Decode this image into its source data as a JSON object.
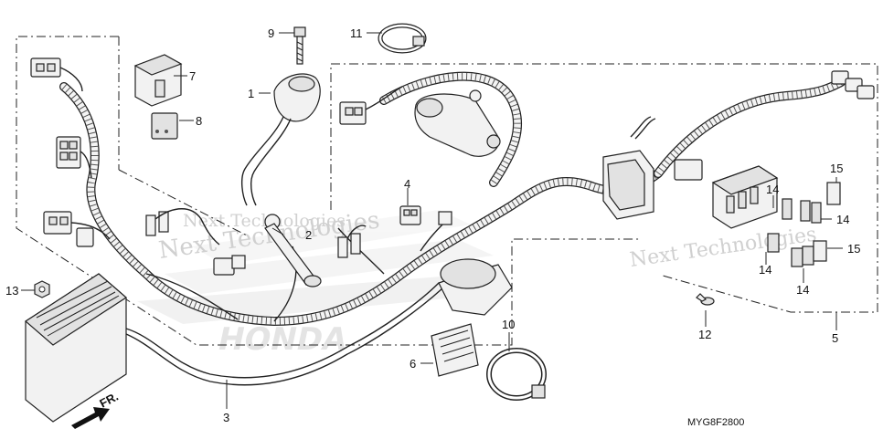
{
  "diagram": {
    "code": "MYG8F2800",
    "watermark": [
      "Next Technologies",
      "Next Technologies",
      "Next Technologies"
    ],
    "callouts": [
      {
        "id": "c1",
        "label": "1"
      },
      {
        "id": "c2",
        "label": "2"
      },
      {
        "id": "c3",
        "label": "3"
      },
      {
        "id": "c4",
        "label": "4"
      },
      {
        "id": "c5",
        "label": "5"
      },
      {
        "id": "c6",
        "label": "6"
      },
      {
        "id": "c7",
        "label": "7"
      },
      {
        "id": "c8",
        "label": "8"
      },
      {
        "id": "c9",
        "label": "9"
      },
      {
        "id": "c10",
        "label": "10"
      },
      {
        "id": "c11",
        "label": "11"
      },
      {
        "id": "c12",
        "label": "12"
      },
      {
        "id": "c13",
        "label": "13"
      },
      {
        "id": "c14a",
        "label": "14"
      },
      {
        "id": "c14b",
        "label": "14"
      },
      {
        "id": "c14c",
        "label": "14"
      },
      {
        "id": "c14d",
        "label": "14"
      },
      {
        "id": "c15a",
        "label": "15"
      },
      {
        "id": "c15b",
        "label": "15"
      }
    ],
    "direction": {
      "label": "FR."
    }
  }
}
